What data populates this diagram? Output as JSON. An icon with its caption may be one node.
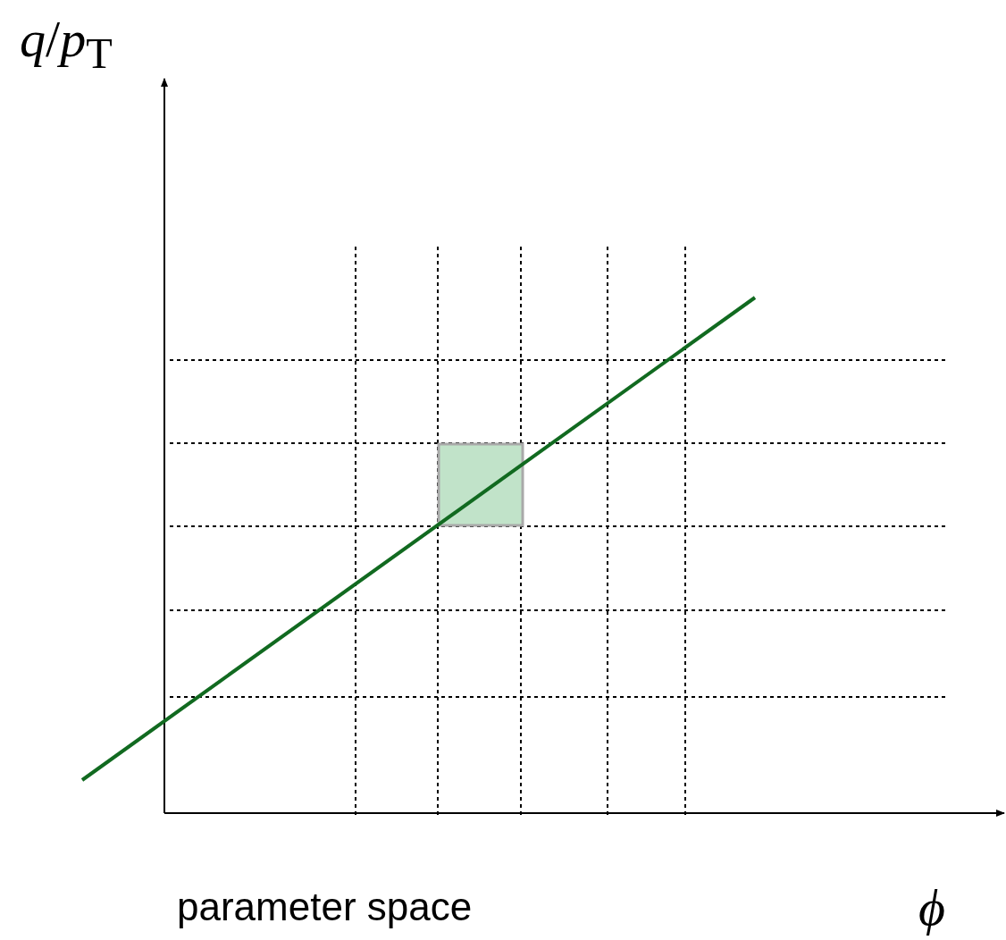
{
  "diagram": {
    "labels": [
      "*q*/*p*$_{T}$",
      "*ϕ*",
      "parameter space"
    ]
  }
}
